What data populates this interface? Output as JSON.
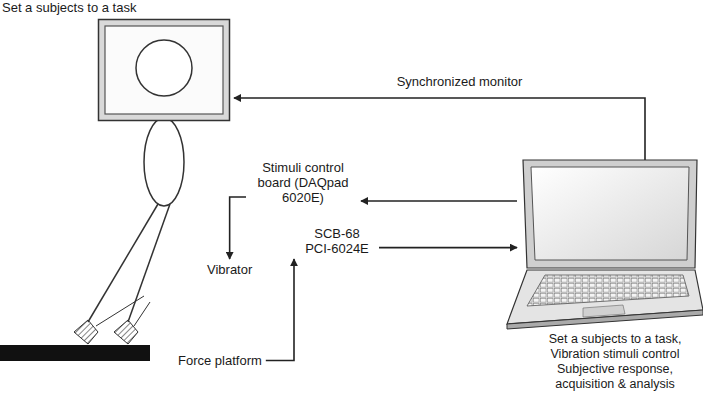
{
  "diagram": {
    "nodes": [
      {
        "text": [
          "Set a subjects to a task"
        ]
      },
      {
        "text": [
          "Stimuli control board (DAQpad 6020E)"
        ]
      },
      {
        "text": [
          "Vibrator"
        ]
      },
      {
        "text": [
          "SCB-68 PCI-6024E"
        ]
      },
      {
        "text": [
          "Force platform"
        ]
      },
      {
        "text": [
          "Set a subjects to a task, Vibration stimuli control Subjective response, acquisition & analysis"
        ]
      }
    ],
    "edges": [
      {
        "from": 5,
        "to": 0,
        "arrow": "to",
        "label": "Synchronized monitor"
      },
      {
        "from": 5,
        "to": 1,
        "arrow": "to"
      },
      {
        "from": 1,
        "to": 2,
        "arrow": "to"
      },
      {
        "from": 4,
        "to": 3,
        "arrow": "to"
      },
      {
        "from": 3,
        "to": 5,
        "arrow": "to"
      }
    ]
  }
}
